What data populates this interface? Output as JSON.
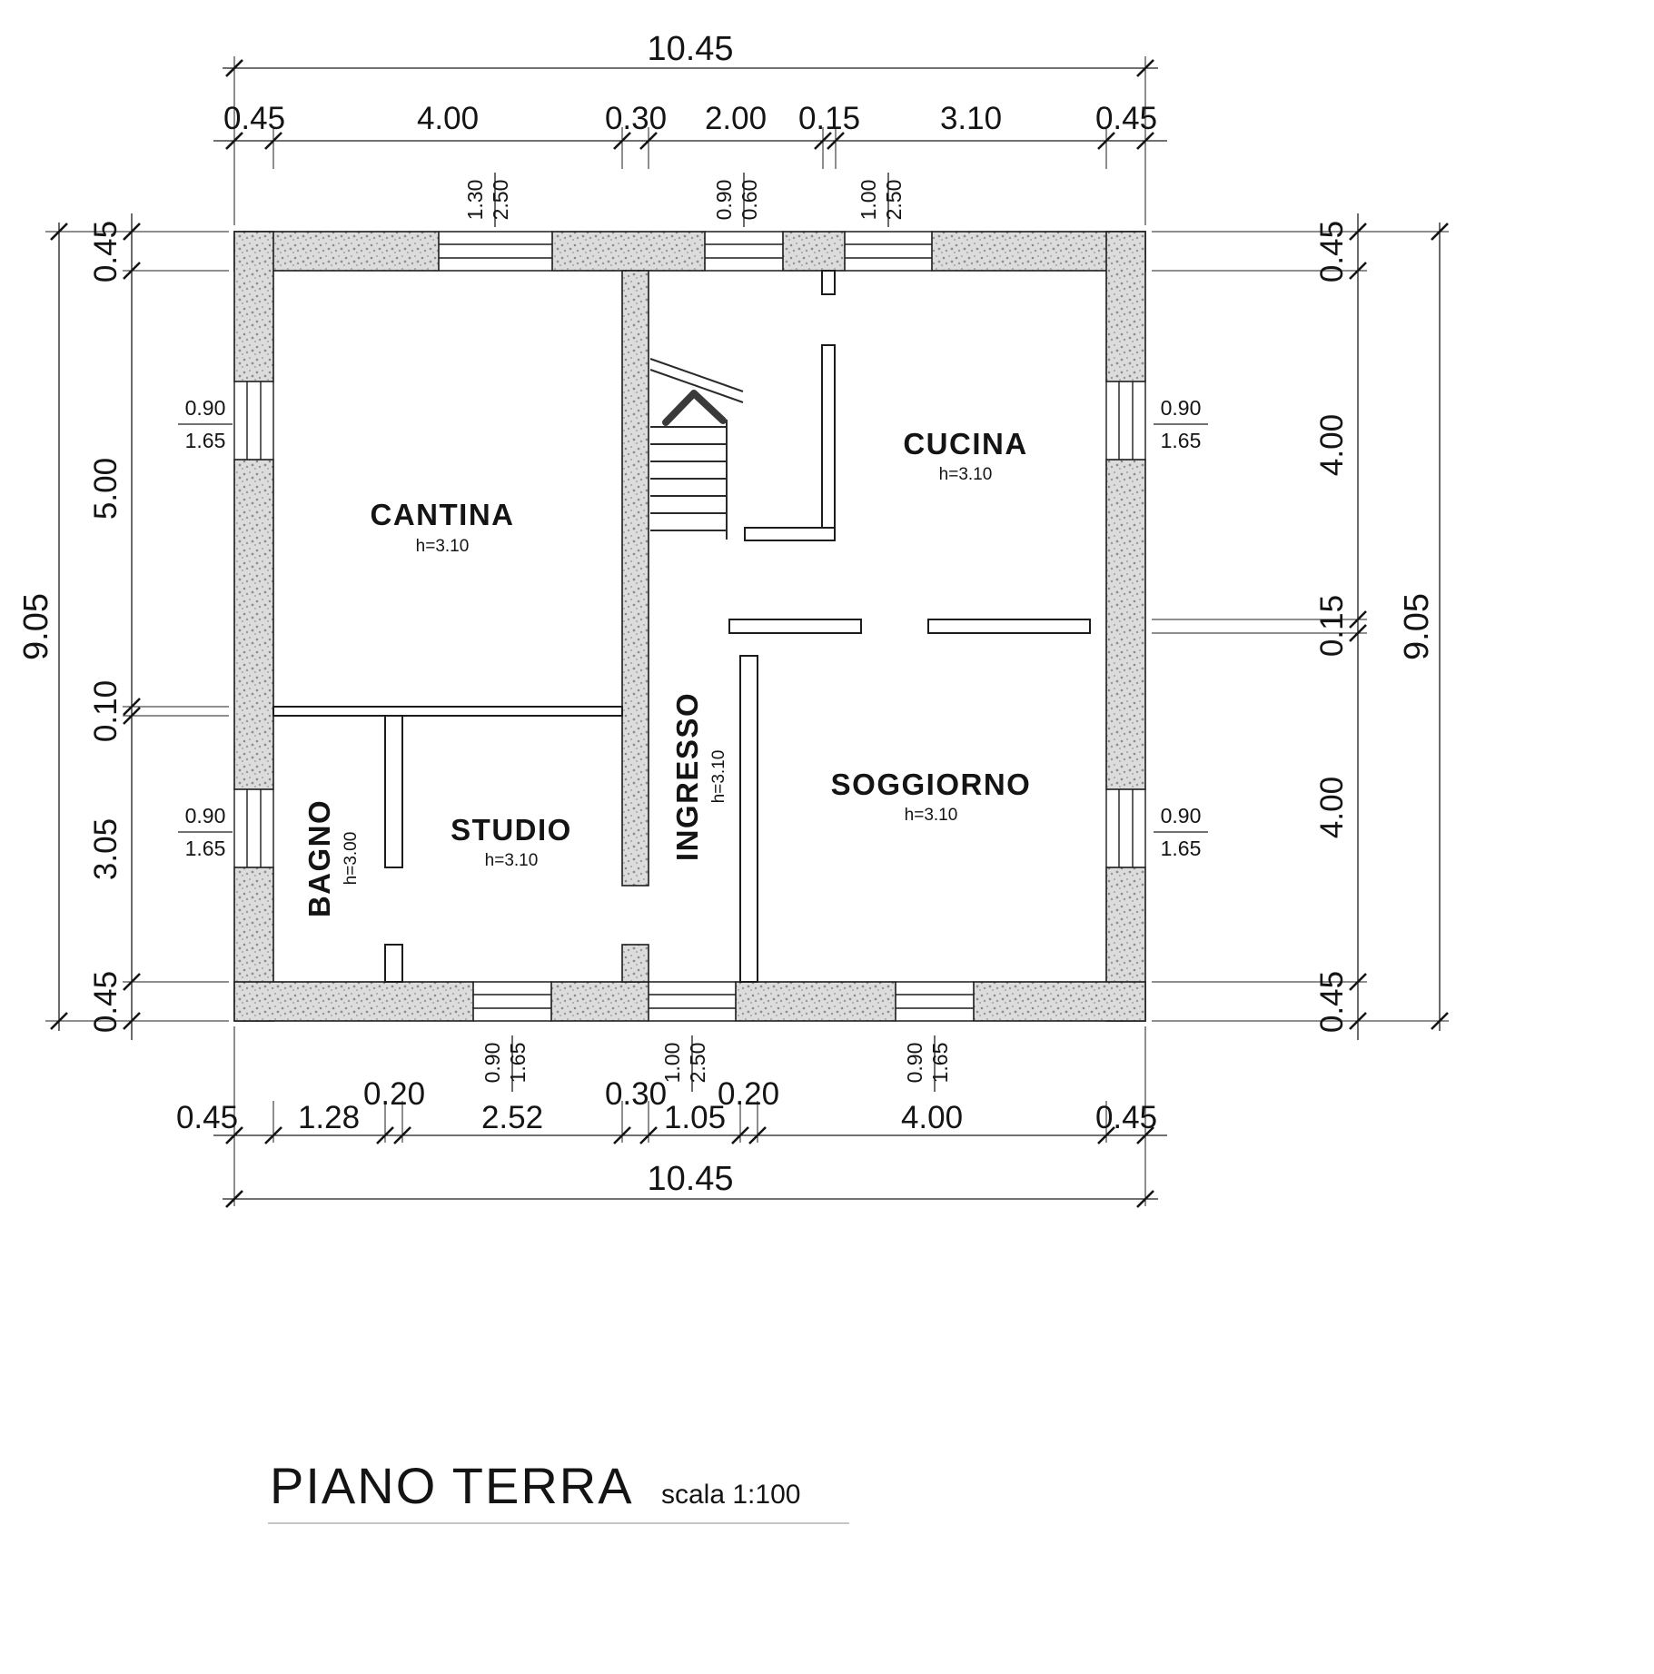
{
  "title": {
    "main": "PIANO TERRA",
    "scale": "scala 1:100"
  },
  "rooms": {
    "cantina": {
      "name": "CANTINA",
      "h": "h=3.10"
    },
    "cucina": {
      "name": "CUCINA",
      "h": "h=3.10"
    },
    "bagno": {
      "name": "BAGNO",
      "h": "h=3.00"
    },
    "studio": {
      "name": "STUDIO",
      "h": "h=3.10"
    },
    "ingresso": {
      "name": "INGRESSO",
      "h": "h=3.10"
    },
    "soggiorno": {
      "name": "SOGGIORNO",
      "h": "h=3.10"
    }
  },
  "dims": {
    "top": {
      "overall": "10.45",
      "segments": [
        "0.45",
        "4.00",
        "0.30",
        "2.00",
        "0.15",
        "3.10",
        "0.45"
      ]
    },
    "bottom": {
      "overall": "10.45",
      "segments": [
        "0.45",
        "1.28",
        "0.20",
        "2.52",
        "0.30",
        "1.05",
        "0.20",
        "4.00",
        "0.45"
      ]
    },
    "left": {
      "overall": "9.05",
      "segments": [
        "0.45",
        "5.00",
        "0.10",
        "3.05",
        "0.45"
      ]
    },
    "right": {
      "overall": "9.05",
      "segments": [
        "0.45",
        "4.00",
        "0.15",
        "4.00",
        "0.45"
      ]
    }
  },
  "openings": {
    "top_cantina": {
      "w": "1.30",
      "h": "2.50"
    },
    "top_stairs": {
      "w": "0.90",
      "h": "0.60"
    },
    "top_cucina": {
      "w": "1.00",
      "h": "2.50"
    },
    "left_cantina": {
      "w": "0.90",
      "h": "1.65"
    },
    "left_bagno": {
      "w": "0.90",
      "h": "1.65"
    },
    "right_cucina": {
      "w": "0.90",
      "h": "1.65"
    },
    "right_soggiorno": {
      "w": "0.90",
      "h": "1.65"
    },
    "bottom_studio": {
      "w": "0.90",
      "h": "1.65"
    },
    "bottom_entry": {
      "w": "1.00",
      "h": "2.50"
    },
    "bottom_soggiorno": {
      "w": "0.90",
      "h": "1.65"
    }
  },
  "colors": {
    "wall_fill": "#dcdcdc",
    "wall_dot": "#8f8f8f",
    "line": "#1c1c1c"
  }
}
